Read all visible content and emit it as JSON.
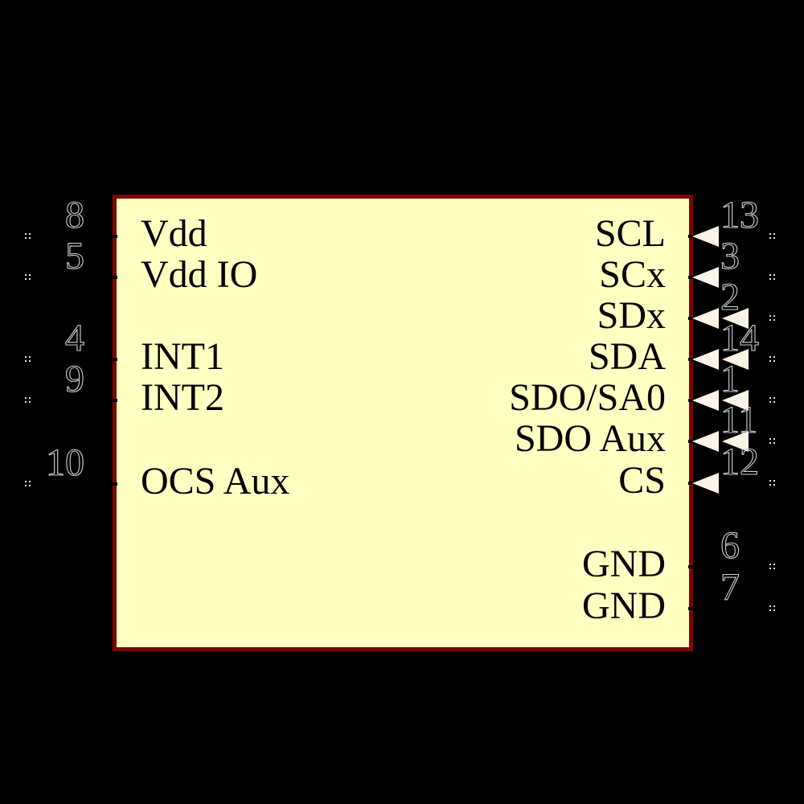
{
  "diagram": {
    "kind": "ic-schematic-symbol",
    "colors": {
      "background": "#000000",
      "body_fill": "#FFFFC2",
      "body_border": "#7C0404",
      "pin_name_text": "#000000",
      "pin_number_outline": "#CFCFCF",
      "direction_arrow": "#FBF3E6",
      "pin_end_dots": "#E2E2E2",
      "pin_line": "#000000"
    }
  },
  "pins": {
    "left": [
      {
        "number": "8",
        "name": "Vdd",
        "direction": "passive",
        "arrows": 0,
        "marker": "four-dots"
      },
      {
        "number": "5",
        "name": "Vdd IO",
        "direction": "passive",
        "arrows": 0,
        "marker": "four-dots"
      },
      {
        "number": "4",
        "name": "INT1",
        "direction": "passive",
        "arrows": 0,
        "marker": "four-dots"
      },
      {
        "number": "9",
        "name": "INT2",
        "direction": "passive",
        "arrows": 0,
        "marker": "four-dots"
      },
      {
        "number": "10",
        "name": "OCS Aux",
        "direction": "passive",
        "arrows": 0,
        "marker": "four-dots"
      }
    ],
    "right": [
      {
        "number": "13",
        "name": "SCL",
        "direction": "input",
        "arrows": 1,
        "marker": "four-dots"
      },
      {
        "number": "3",
        "name": "SCx",
        "direction": "input",
        "arrows": 1,
        "marker": "four-dots"
      },
      {
        "number": "2",
        "name": "SDx",
        "direction": "bidirectional",
        "arrows": 2,
        "marker": "four-dots"
      },
      {
        "number": "14",
        "name": "SDA",
        "direction": "bidirectional",
        "arrows": 2,
        "marker": "four-dots"
      },
      {
        "number": "1",
        "name": "SDO/SA0",
        "direction": "bidirectional",
        "arrows": 2,
        "marker": "four-dots"
      },
      {
        "number": "11",
        "name": "SDO Aux",
        "direction": "bidirectional",
        "arrows": 2,
        "marker": "four-dots"
      },
      {
        "number": "12",
        "name": "CS",
        "direction": "input",
        "arrows": 1,
        "marker": "four-dots"
      },
      {
        "number": "6",
        "name": "GND",
        "direction": "passive",
        "arrows": 0,
        "marker": "four-dots"
      },
      {
        "number": "7",
        "name": "GND",
        "direction": "passive",
        "arrows": 0,
        "marker": "four-dots"
      }
    ]
  }
}
